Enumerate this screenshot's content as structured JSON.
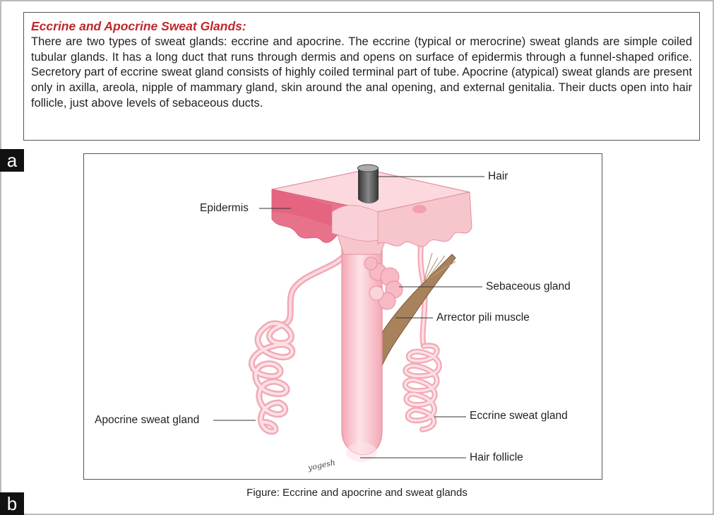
{
  "info_box": {
    "title": "Eccrine and Apocrine Sweat Glands:",
    "body": "There are two types of sweat glands: eccrine and apocrine. The eccrine (typical or merocrine) sweat glands are simple coiled tubular glands. It has a long duct that runs through dermis and opens on surface of epidermis through a funnel-shaped orifice. Secretory part of eccrine sweat gland consists of highly coiled terminal part of tube. Apocrine (atypical) sweat glands are present only in axilla, areola, nipple of mammary gland, skin around the anal opening, and external genitalia. Their ducts open into hair follicle, just above levels of sebaceous ducts."
  },
  "panel_labels": {
    "a": "a",
    "b": "b"
  },
  "diagram": {
    "labels": {
      "hair": "Hair",
      "epidermis": "Epidermis",
      "sebaceous_gland": "Sebaceous gland",
      "arrector_pili_muscle": "Arrector pili muscle",
      "apocrine_sweat_gland": "Apocrine sweat gland",
      "eccrine_sweat_gland": "Eccrine sweat gland",
      "hair_follicle": "Hair follicle"
    },
    "signature": "yogesh",
    "caption": "Figure: Eccrine and apocrine and sweat glands"
  },
  "colors": {
    "title_red": "#c0262d",
    "skin_pink": "#f7c6cc",
    "deep_pink": "#e8728a",
    "muscle_brown": "#a8825c",
    "hair_gray": "#555555"
  }
}
